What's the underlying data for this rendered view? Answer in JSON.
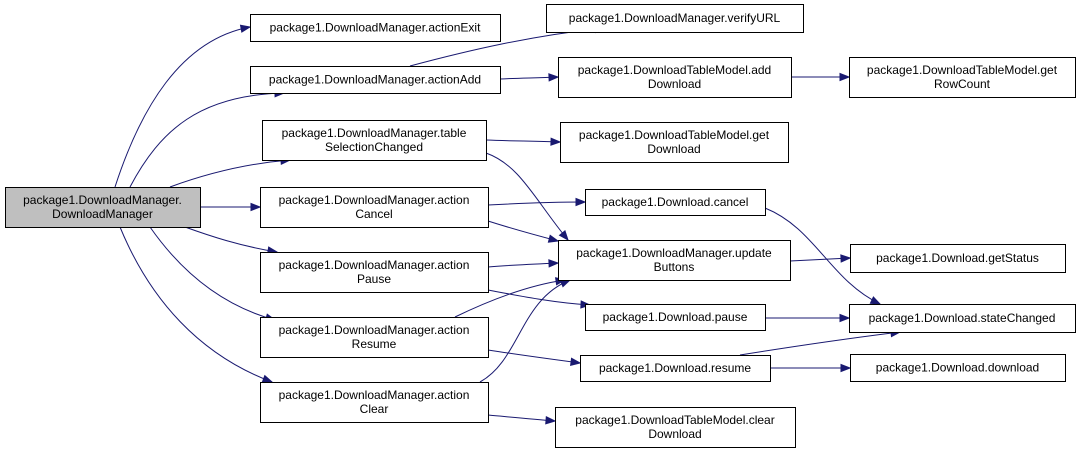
{
  "colors": {
    "edge": "#191970",
    "root_fill": "#bfbfbf",
    "node_fill": "#ffffff",
    "border": "#000000"
  },
  "nodes": [
    {
      "id": "DownloadManager",
      "lines": [
        "package1.DownloadManager.",
        "DownloadManager"
      ],
      "root": true
    },
    {
      "id": "actionExit",
      "lines": [
        "package1.DownloadManager.actionExit"
      ]
    },
    {
      "id": "actionAdd",
      "lines": [
        "package1.DownloadManager.actionAdd"
      ]
    },
    {
      "id": "tableSelectionChanged",
      "lines": [
        "package1.DownloadManager.table",
        "SelectionChanged"
      ]
    },
    {
      "id": "actionCancel",
      "lines": [
        "package1.DownloadManager.action",
        "Cancel"
      ]
    },
    {
      "id": "actionPause",
      "lines": [
        "package1.DownloadManager.action",
        "Pause"
      ]
    },
    {
      "id": "actionResume",
      "lines": [
        "package1.DownloadManager.action",
        "Resume"
      ]
    },
    {
      "id": "actionClear",
      "lines": [
        "package1.DownloadManager.action",
        "Clear"
      ]
    },
    {
      "id": "verifyURL",
      "lines": [
        "package1.DownloadManager.verifyURL"
      ]
    },
    {
      "id": "addDownload",
      "lines": [
        "package1.DownloadTableModel.add",
        "Download"
      ]
    },
    {
      "id": "getDownload",
      "lines": [
        "package1.DownloadTableModel.get",
        "Download"
      ]
    },
    {
      "id": "cancel",
      "lines": [
        "package1.Download.cancel"
      ]
    },
    {
      "id": "updateButtons",
      "lines": [
        "package1.DownloadManager.update",
        "Buttons"
      ]
    },
    {
      "id": "pause",
      "lines": [
        "package1.Download.pause"
      ]
    },
    {
      "id": "resume",
      "lines": [
        "package1.Download.resume"
      ]
    },
    {
      "id": "clearDownload",
      "lines": [
        "package1.DownloadTableModel.clear",
        "Download"
      ]
    },
    {
      "id": "getRowCount",
      "lines": [
        "package1.DownloadTableModel.get",
        "RowCount"
      ]
    },
    {
      "id": "getStatus",
      "lines": [
        "package1.Download.getStatus"
      ]
    },
    {
      "id": "stateChanged",
      "lines": [
        "package1.Download.stateChanged"
      ]
    },
    {
      "id": "download",
      "lines": [
        "package1.Download.download"
      ]
    }
  ],
  "edges": [
    {
      "from": "DownloadManager",
      "to": "actionExit"
    },
    {
      "from": "DownloadManager",
      "to": "actionAdd"
    },
    {
      "from": "DownloadManager",
      "to": "tableSelectionChanged"
    },
    {
      "from": "DownloadManager",
      "to": "actionCancel"
    },
    {
      "from": "DownloadManager",
      "to": "actionPause"
    },
    {
      "from": "DownloadManager",
      "to": "actionResume"
    },
    {
      "from": "DownloadManager",
      "to": "actionClear"
    },
    {
      "from": "actionAdd",
      "to": "verifyURL"
    },
    {
      "from": "actionAdd",
      "to": "addDownload"
    },
    {
      "from": "addDownload",
      "to": "getRowCount"
    },
    {
      "from": "tableSelectionChanged",
      "to": "getDownload"
    },
    {
      "from": "tableSelectionChanged",
      "to": "updateButtons"
    },
    {
      "from": "actionCancel",
      "to": "cancel"
    },
    {
      "from": "actionCancel",
      "to": "updateButtons"
    },
    {
      "from": "actionPause",
      "to": "updateButtons"
    },
    {
      "from": "actionPause",
      "to": "pause"
    },
    {
      "from": "actionResume",
      "to": "updateButtons"
    },
    {
      "from": "actionResume",
      "to": "resume"
    },
    {
      "from": "actionClear",
      "to": "updateButtons"
    },
    {
      "from": "actionClear",
      "to": "clearDownload"
    },
    {
      "from": "cancel",
      "to": "stateChanged"
    },
    {
      "from": "updateButtons",
      "to": "getStatus"
    },
    {
      "from": "pause",
      "to": "stateChanged"
    },
    {
      "from": "resume",
      "to": "stateChanged"
    },
    {
      "from": "resume",
      "to": "download"
    }
  ]
}
